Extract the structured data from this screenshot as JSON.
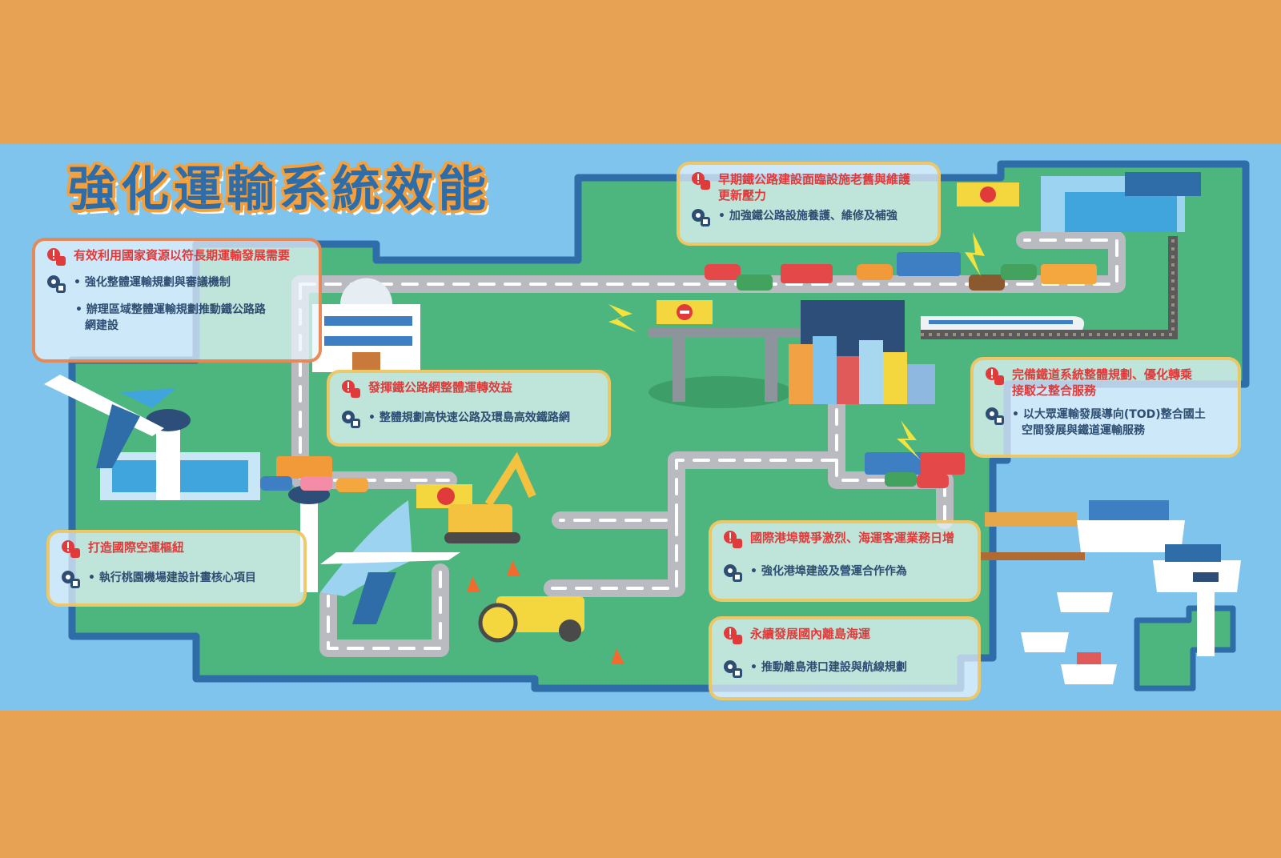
{
  "title": "強化運輸系統效能",
  "colors": {
    "sea": "#7EC4EC",
    "land": "#4DB67E",
    "coast": "#2E6DA8",
    "road": "#B9BBC0",
    "banner": "#E8A253",
    "issue_text": "#E03A3A",
    "solution_text": "#2D4E72"
  },
  "icons": {
    "issue": "exclamation-badge-icon",
    "solution": "gear-badge-icon"
  },
  "boxes": {
    "national_resources": {
      "issue": "有效利用國家資源以符長期運輸發展需要",
      "solutions": [
        "強化整體運輸規劃與審議機制",
        "辦理區域整體運輸規劃推動鐵公路路",
        "網建設"
      ]
    },
    "aging_infrastructure": {
      "issue_line1": "早期鐵公路建設面臨設施老舊與維護",
      "issue_line2": "更新壓力",
      "solution": "加強鐵公路設施養護、維修及補強"
    },
    "network_efficiency": {
      "issue": "發揮鐵公路網整體運轉效益",
      "solution": "整體規劃高快速公路及環島高效鐵路網"
    },
    "rail_integration": {
      "issue_line1": "完備鐵道系統整體規劃、優化轉乘",
      "issue_line2": "接駁之整合服務",
      "solution_line1": "以大眾運輸發展導向(TOD)整合國土",
      "solution_line2": "空間發展與鐵道運輸服務"
    },
    "air_hub": {
      "issue": "打造國際空運樞紐",
      "solution": "執行桃園機場建設計畫核心項目"
    },
    "port_competition": {
      "issue": "國際港埠競爭激烈、海運客運業務日增",
      "solution": "強化港埠建設及營運合作作為"
    },
    "island_shipping": {
      "issue": "永續發展國內離島海運",
      "solution": "推動離島港口建設與航線規劃"
    }
  }
}
